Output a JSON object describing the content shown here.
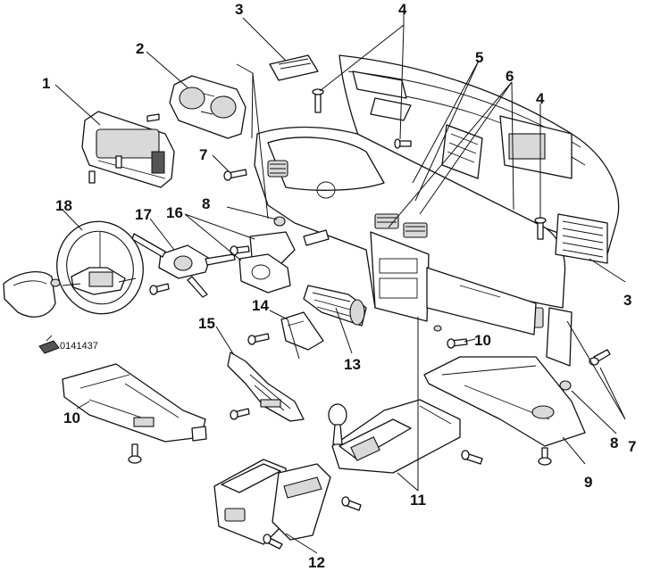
{
  "figure_code": "0141437",
  "callouts": [
    {
      "id": "c1",
      "text": "1"
    },
    {
      "id": "c2",
      "text": "2"
    },
    {
      "id": "c3a",
      "text": "3"
    },
    {
      "id": "c4a",
      "text": "4"
    },
    {
      "id": "c5",
      "text": "5"
    },
    {
      "id": "c6",
      "text": "6"
    },
    {
      "id": "c4b",
      "text": "4"
    },
    {
      "id": "c7a",
      "text": "7"
    },
    {
      "id": "c8a",
      "text": "8"
    },
    {
      "id": "c16",
      "text": "16"
    },
    {
      "id": "c17",
      "text": "17"
    },
    {
      "id": "c18",
      "text": "18"
    },
    {
      "id": "c14",
      "text": "14"
    },
    {
      "id": "c15",
      "text": "15"
    },
    {
      "id": "c13",
      "text": "13"
    },
    {
      "id": "c10a",
      "text": "10"
    },
    {
      "id": "c10b",
      "text": "10"
    },
    {
      "id": "c3b",
      "text": "3"
    },
    {
      "id": "c7b",
      "text": "7"
    },
    {
      "id": "c8b",
      "text": "8"
    },
    {
      "id": "c9",
      "text": "9"
    },
    {
      "id": "c11",
      "text": "11"
    },
    {
      "id": "c12",
      "text": "12"
    }
  ]
}
